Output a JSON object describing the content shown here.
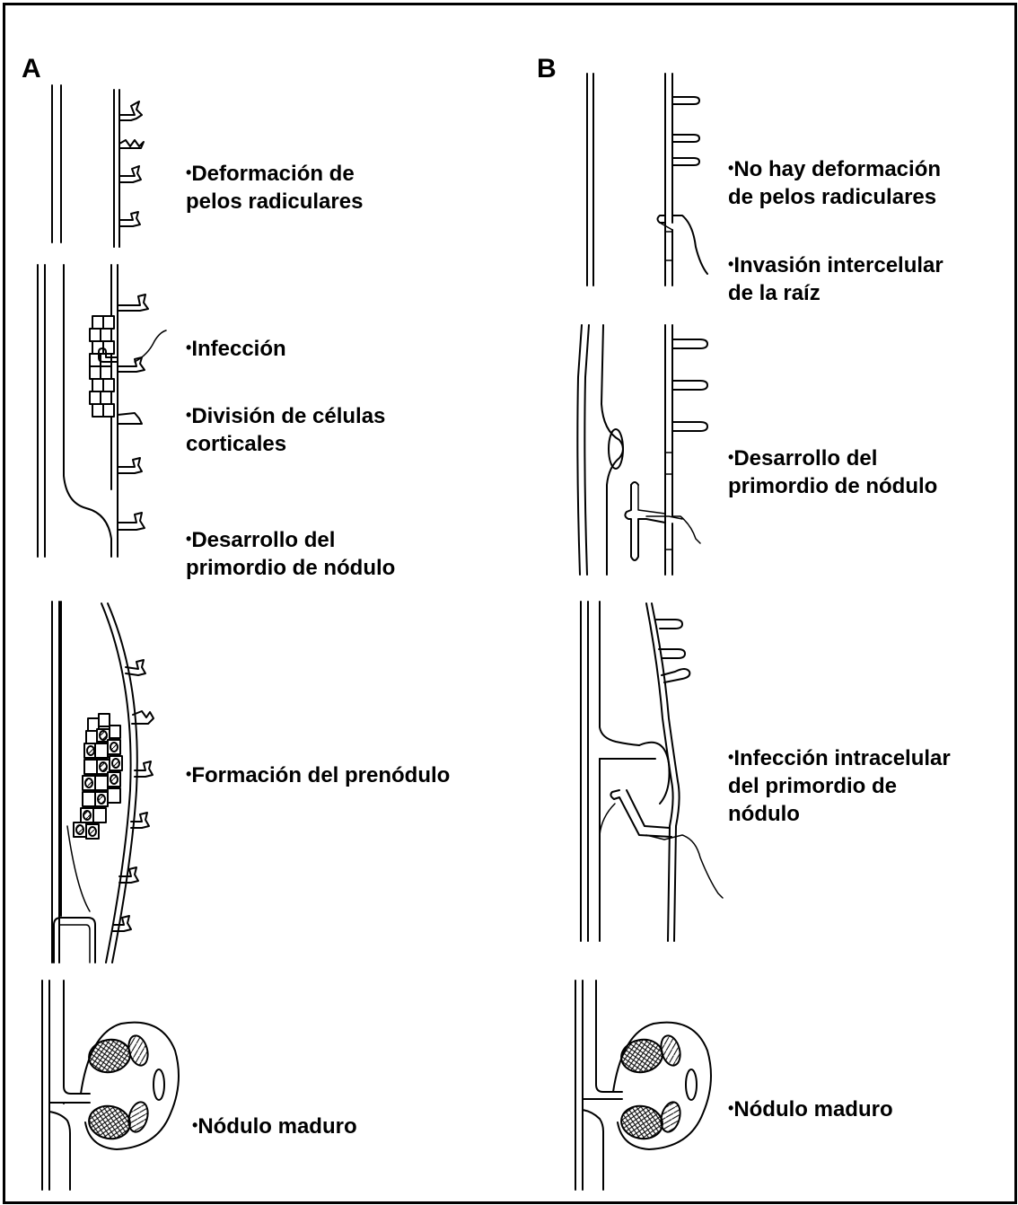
{
  "panels": {
    "a": {
      "letter": "A",
      "labels": [
        {
          "bullet": "•",
          "lines": [
            "Deformación de",
            "pelos radiculares"
          ]
        },
        {
          "bullet": "•",
          "lines": [
            "Infección"
          ]
        },
        {
          "bullet": "•",
          "lines": [
            "División de células",
            "corticales"
          ]
        },
        {
          "bullet": "•",
          "lines": [
            "Desarrollo del",
            "primordio de nódulo"
          ]
        },
        {
          "bullet": "•",
          "lines": [
            "Formación del prenódulo"
          ]
        },
        {
          "bullet": "•",
          "lines": [
            "Nódulo maduro"
          ]
        }
      ]
    },
    "b": {
      "letter": "B",
      "labels": [
        {
          "bullet": "•",
          "lines": [
            "No hay deformación",
            "de pelos radiculares"
          ]
        },
        {
          "bullet": "•",
          "lines": [
            "Invasión intercelular",
            "de la raíz"
          ]
        },
        {
          "bullet": "•",
          "lines": [
            "Desarrollo del",
            "primordio de nódulo"
          ]
        },
        {
          "bullet": "•",
          "lines": [
            "Infección intracelular",
            "del primordio de",
            "nódulo"
          ]
        },
        {
          "bullet": "•",
          "lines": [
            "Nódulo maduro"
          ]
        }
      ]
    }
  }
}
